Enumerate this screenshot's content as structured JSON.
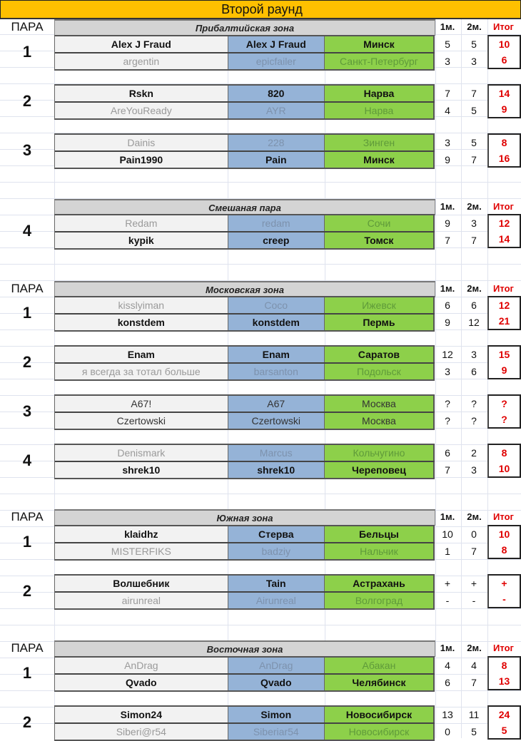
{
  "title": "Второй раунд",
  "columns": {
    "pair": "ПАРА",
    "m1": "1м.",
    "m2": "2м.",
    "total": "Итог"
  },
  "zones": [
    {
      "name": "Прибалтийская зона",
      "show_pair_label": true,
      "matches": [
        {
          "num": "1",
          "rows": [
            {
              "player": "Alex J Fraud",
              "alias": "Alex J Fraud",
              "city": "Минск",
              "m1": "5",
              "m2": "5",
              "total": "10",
              "state": "win"
            },
            {
              "player": "argentin",
              "alias": "epicfailer",
              "city": "Санкт-Петербург",
              "m1": "3",
              "m2": "3",
              "total": "6",
              "state": "lose"
            }
          ]
        },
        {
          "num": "2",
          "rows": [
            {
              "player": "Rskn",
              "alias": "820",
              "city": "Нарва",
              "m1": "7",
              "m2": "7",
              "total": "14",
              "state": "win"
            },
            {
              "player": "AreYouReady",
              "alias": "AYR",
              "city": "Нарва",
              "m1": "4",
              "m2": "5",
              "total": "9",
              "state": "lose"
            }
          ]
        },
        {
          "num": "3",
          "rows": [
            {
              "player": "Dainis",
              "alias": "228",
              "city": "Зинген",
              "m1": "3",
              "m2": "5",
              "total": "8",
              "state": "lose"
            },
            {
              "player": "Pain1990",
              "alias": "Pain",
              "city": "Минск",
              "m1": "9",
              "m2": "7",
              "total": "16",
              "state": "win"
            }
          ]
        }
      ]
    },
    {
      "name": "Смешаная пара",
      "show_pair_label": false,
      "matches": [
        {
          "num": "4",
          "rows": [
            {
              "player": "Redam",
              "alias": "redam",
              "city": "Сочи",
              "m1": "9",
              "m2": "3",
              "total": "12",
              "state": "lose"
            },
            {
              "player": "kypik",
              "alias": "creep",
              "city": "Томск",
              "m1": "7",
              "m2": "7",
              "total": "14",
              "state": "win"
            }
          ]
        }
      ]
    },
    {
      "name": "Московская зона",
      "show_pair_label": true,
      "matches": [
        {
          "num": "1",
          "rows": [
            {
              "player": "kisslyiman",
              "alias": "Coco",
              "city": "Ижевск",
              "m1": "6",
              "m2": "6",
              "total": "12",
              "state": "lose"
            },
            {
              "player": "konstdem",
              "alias": "konstdem",
              "city": "Пермь",
              "m1": "9",
              "m2": "12",
              "total": "21",
              "state": "win"
            }
          ]
        },
        {
          "num": "2",
          "rows": [
            {
              "player": "Enam",
              "alias": "Enam",
              "city": "Саратов",
              "m1": "12",
              "m2": "3",
              "total": "15",
              "state": "win"
            },
            {
              "player": "я всегда за тотал больше",
              "alias": "barsanton",
              "city": "Подольск",
              "m1": "3",
              "m2": "6",
              "total": "9",
              "state": "lose"
            }
          ]
        },
        {
          "num": "3",
          "rows": [
            {
              "player": "A67!",
              "alias": "A67",
              "city": "Москва",
              "m1": "?",
              "m2": "?",
              "total": "?",
              "state": "neutral"
            },
            {
              "player": "Czertowski",
              "alias": "Czertowski",
              "city": "Москва",
              "m1": "?",
              "m2": "?",
              "total": "?",
              "state": "neutral"
            }
          ]
        },
        {
          "num": "4",
          "rows": [
            {
              "player": "Denismark",
              "alias": "Marcus",
              "city": "Кольчугино",
              "m1": "6",
              "m2": "2",
              "total": "8",
              "state": "lose"
            },
            {
              "player": "shrek10",
              "alias": "shrek10",
              "city": "Череповец",
              "m1": "7",
              "m2": "3",
              "total": "10",
              "state": "win"
            }
          ]
        }
      ]
    },
    {
      "name": "Южная зона",
      "show_pair_label": true,
      "matches": [
        {
          "num": "1",
          "rows": [
            {
              "player": "klaidhz",
              "alias": "Стерва",
              "city": "Бельцы",
              "m1": "10",
              "m2": "0",
              "total": "10",
              "state": "win"
            },
            {
              "player": "MISTERFIKS",
              "alias": "badziy",
              "city": "Нальчик",
              "m1": "1",
              "m2": "7",
              "total": "8",
              "state": "lose"
            }
          ]
        },
        {
          "num": "2",
          "rows": [
            {
              "player": "Волшебник",
              "alias": "Tain",
              "city": "Астрахань",
              "m1": "+",
              "m2": "+",
              "total": "+",
              "state": "win"
            },
            {
              "player": "airunreal",
              "alias": "Airunreal",
              "city": "Волгоград",
              "m1": "-",
              "m2": "-",
              "total": "-",
              "state": "lose"
            }
          ]
        }
      ]
    },
    {
      "name": "Восточная зона",
      "show_pair_label": true,
      "matches": [
        {
          "num": "1",
          "rows": [
            {
              "player": "AnDrag",
              "alias": "AnDrag",
              "city": "Абакан",
              "m1": "4",
              "m2": "4",
              "total": "8",
              "state": "lose"
            },
            {
              "player": "Qvado",
              "alias": "Qvado",
              "city": "Челябинск",
              "m1": "6",
              "m2": "7",
              "total": "13",
              "state": "win"
            }
          ]
        },
        {
          "num": "2",
          "rows": [
            {
              "player": "Simon24",
              "alias": "Simon",
              "city": "Новосибирск",
              "m1": "13",
              "m2": "11",
              "total": "24",
              "state": "win"
            },
            {
              "player": "Siberi@r54",
              "alias": "Siberiar54",
              "city": "Новосибирск",
              "m1": "0",
              "m2": "5",
              "total": "5",
              "state": "lose"
            }
          ]
        }
      ]
    }
  ]
}
